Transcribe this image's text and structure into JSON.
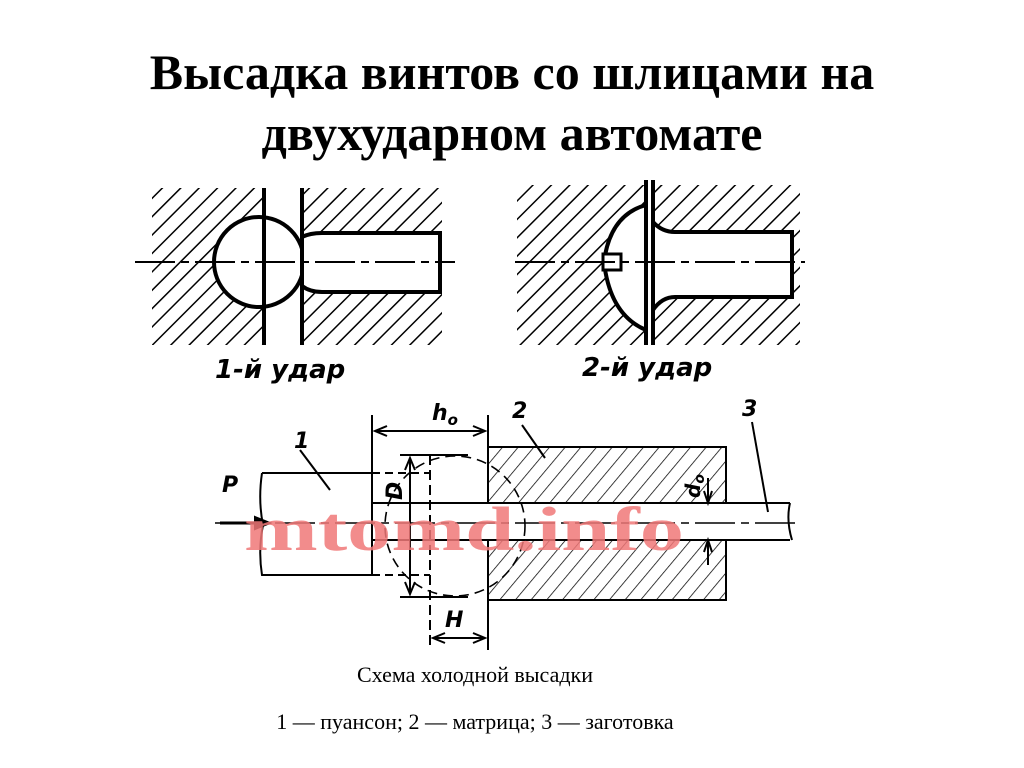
{
  "slide": {
    "title_line1": "Высадка винтов со шлицами на",
    "title_line2": "двухударном автомате"
  },
  "diagram_top": {
    "strike1_label": "1-й удар",
    "strike2_label": "2-й удар"
  },
  "diagram_bottom": {
    "label_h0": "h",
    "label_h0_sub": "o",
    "label_H": "H",
    "label_D": "D",
    "label_d0": "d",
    "label_d0_sub": "o",
    "label_P": "P",
    "label_1": "1",
    "label_2": "2",
    "label_3": "3",
    "watermark": "mtomd.info"
  },
  "captions": {
    "scheme_title": "Схема холодной высадки",
    "legend": "1 — пуансон; 2 — матрица; 3 — заготовка"
  },
  "colors": {
    "watermark": "#f07878",
    "ink": "#000000"
  }
}
